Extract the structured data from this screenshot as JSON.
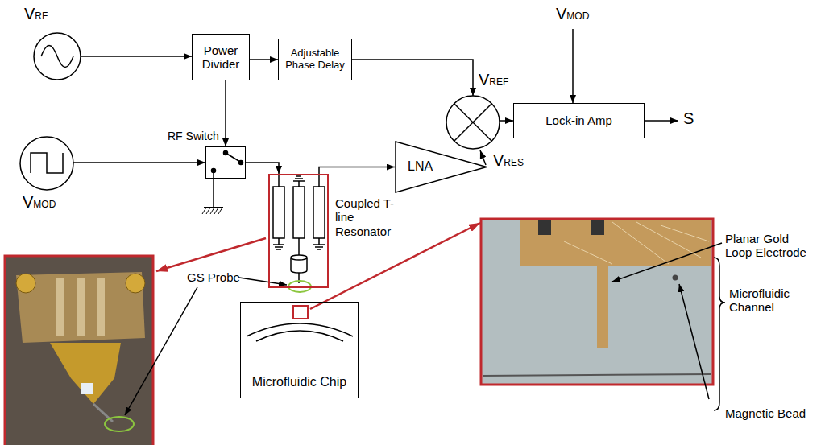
{
  "diagram": {
    "nodes": [
      {
        "text": [
          "Power Divider"
        ]
      },
      {
        "text": [
          "Adjustable Phase Delay"
        ]
      },
      {
        "text": [
          "Lock-in Amp"
        ]
      },
      {
        "text": [
          "RF Switch"
        ]
      },
      {
        "text": [
          "Coupled T-line Resonator"
        ]
      },
      {
        "text": [
          "LNA"
        ]
      },
      {
        "text": [
          "Microfluidic Chip"
        ]
      }
    ],
    "edges": [
      {
        "from": 0,
        "to": 1,
        "arrow": "to"
      },
      {
        "from": 0,
        "to": 3,
        "arrow": "to"
      },
      {
        "from": 3,
        "to": 4,
        "arrow": "to"
      },
      {
        "from": 4,
        "to": 5,
        "arrow": "to"
      }
    ],
    "labels": [
      "VRF",
      "VMOD",
      "VREF",
      "S",
      "VMOD",
      "VRES",
      "GS Probe",
      "Planar Gold Loop Electrode",
      "Microfluidic Channel",
      "Magnetic Bead"
    ]
  }
}
